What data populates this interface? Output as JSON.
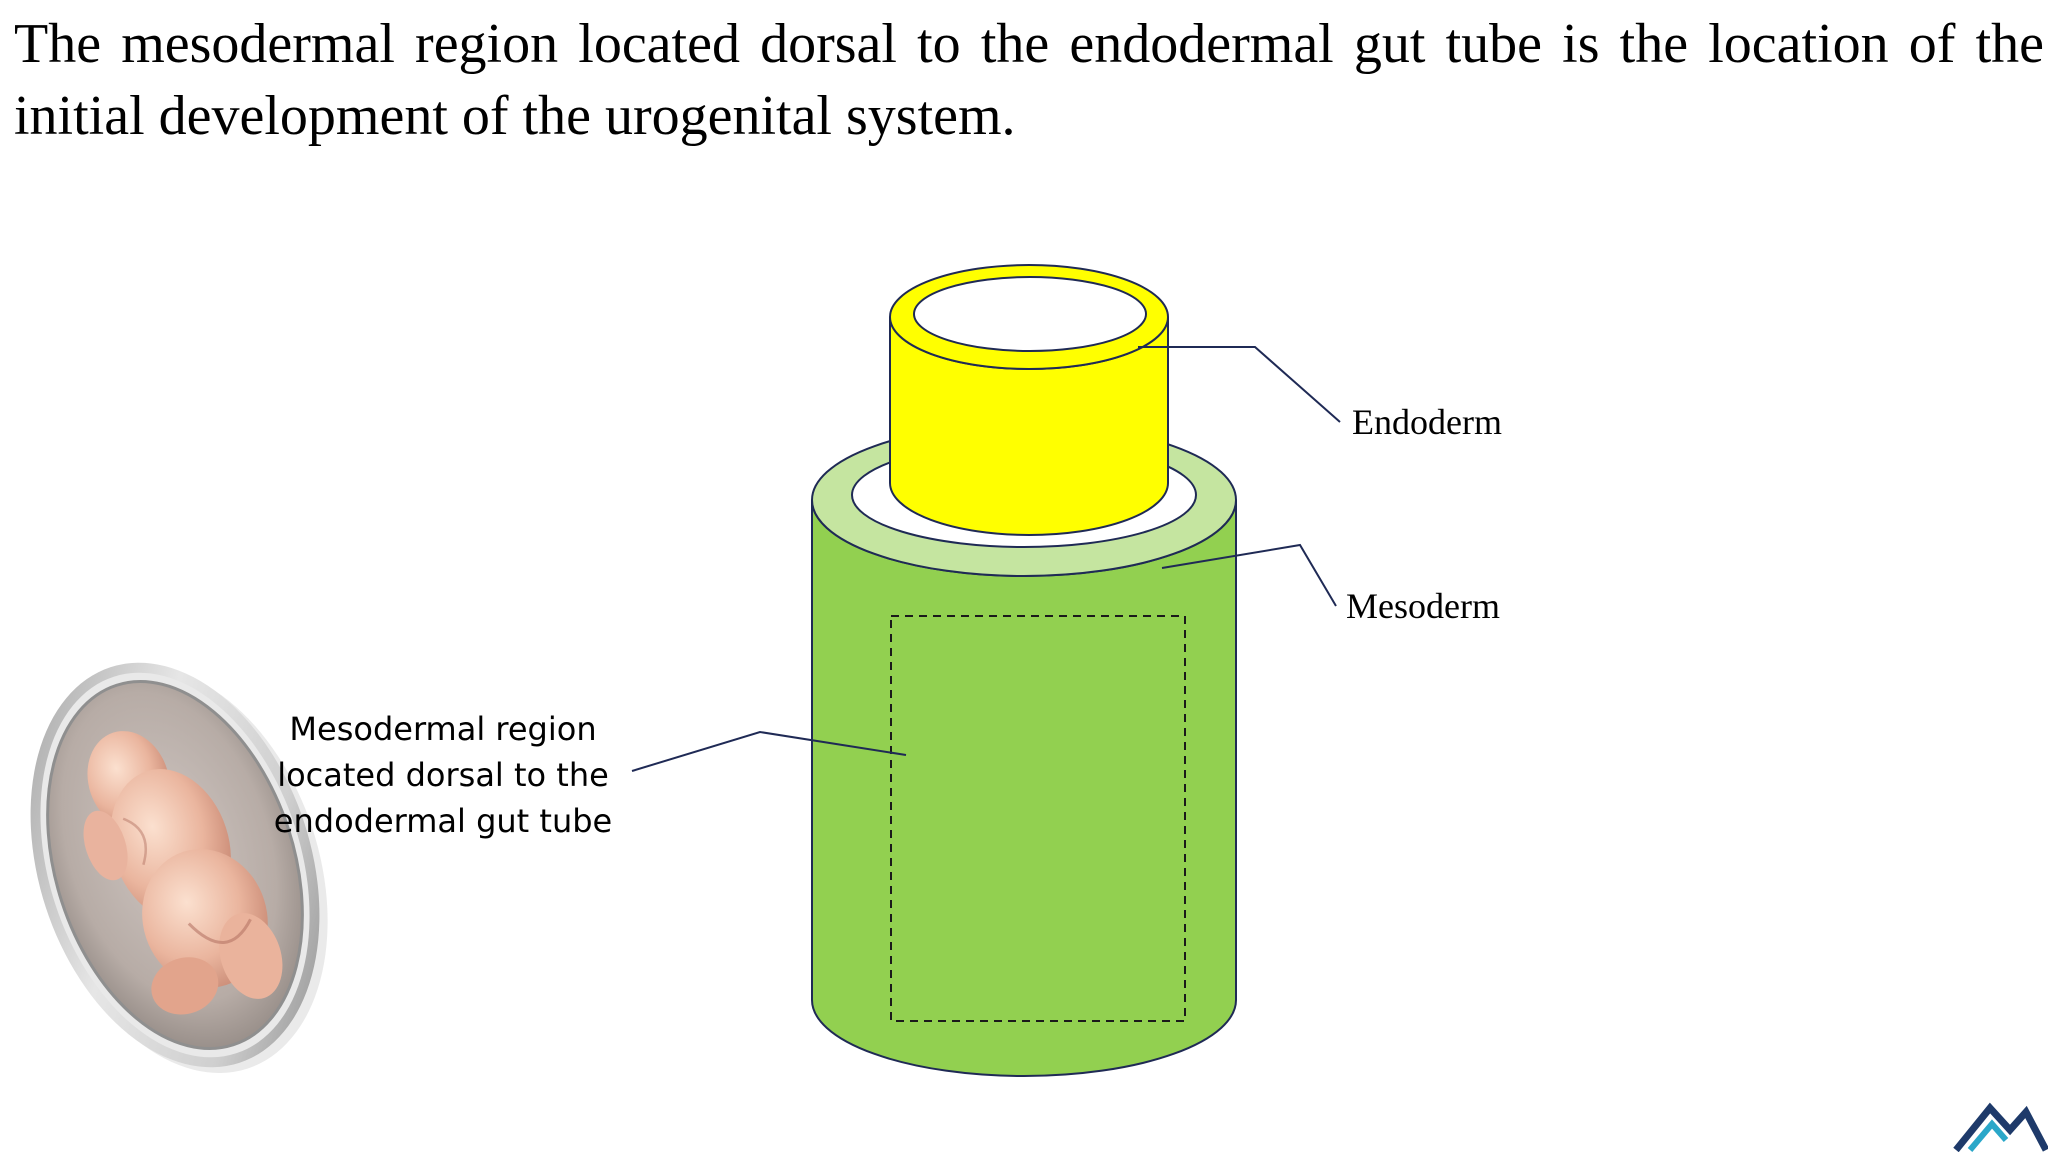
{
  "slide": {
    "title": "The mesodermal region located dorsal to the endodermal gut tube is the location of the initial development of the urogenital system."
  },
  "diagram": {
    "labels": {
      "endoderm": "Endoderm",
      "mesoderm": "Mesoderm",
      "dorsal_region_lines": [
        "Mesodermal region",
        "located dorsal to the",
        "endodermal gut tube"
      ]
    },
    "colors": {
      "endoderm": "#ffff00",
      "mesoderm": "#92d050",
      "mesoderm_top": "#c5e5a0",
      "outline": "#1f2a55",
      "background": "#ffffff"
    }
  },
  "decorations": {
    "photo_icon": "fetus-photo-oval-frame",
    "logo_icon": "mountain-logo"
  }
}
